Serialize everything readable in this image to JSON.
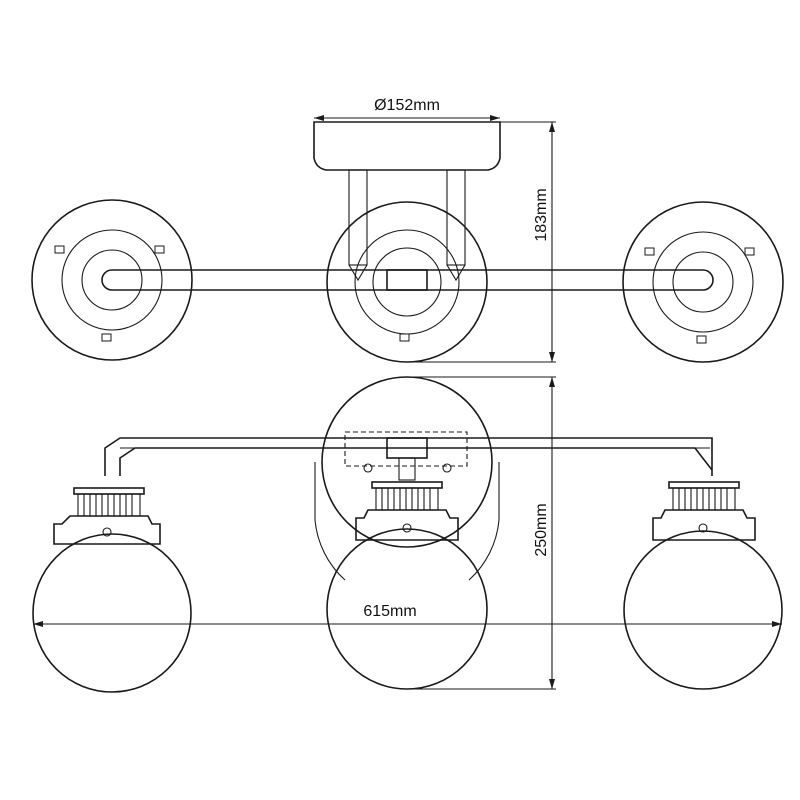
{
  "diagram": {
    "dimensions": {
      "canopy_diameter": "Ø152mm",
      "top_view_height": "183mm",
      "front_view_height": "250mm",
      "overall_width": "615mm"
    },
    "views": [
      "top-view",
      "front-view"
    ]
  }
}
